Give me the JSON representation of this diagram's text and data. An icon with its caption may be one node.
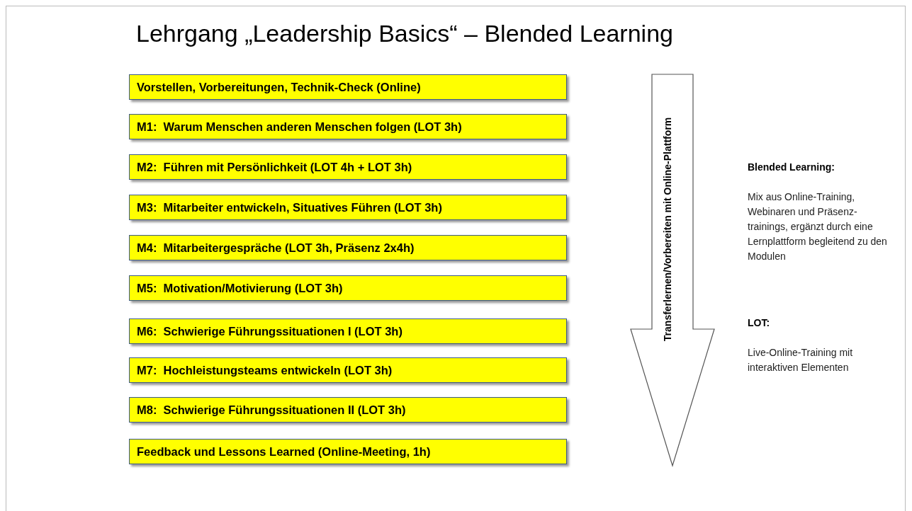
{
  "diagram": {
    "title": "Lehrgang „Leadership Basics“ – Blended Learning",
    "nodes": [
      {
        "text": [
          "Vorstellen, Vorbereitungen, Technik-Check (Online)"
        ]
      },
      {
        "text": [
          "M1:  Warum Menschen anderen Menschen folgen (LOT 3h)"
        ]
      },
      {
        "text": [
          "M2:  Führen mit Persönlichkeit (LOT 4h + LOT 3h)"
        ]
      },
      {
        "text": [
          "M3:  Mitarbeiter entwickeln, Situatives Führen (LOT 3h)"
        ]
      },
      {
        "text": [
          "M4:  Mitarbeitergespräche (LOT 3h, Präsenz 2x4h)"
        ]
      },
      {
        "text": [
          "M5:  Motivation/Motivierung (LOT 3h)"
        ]
      },
      {
        "text": [
          "M6:  Schwierige Führungssituationen I (LOT 3h)"
        ]
      },
      {
        "text": [
          "M7:  Hochleistungsteams entwickeln (LOT 3h)"
        ]
      },
      {
        "text": [
          "M8:  Schwierige Führungssituationen II (LOT 3h)"
        ]
      },
      {
        "text": [
          "Feedback und Lessons Learned (Online-Meeting, 1h)"
        ]
      },
      {
        "text": [
          "Transferlernen/Vorbereiten mit Online-Plattform"
        ]
      }
    ],
    "labels": [
      "Blended Learning:",
      "Mix aus Online-Training, Webinaren und Präsenz-trainings, ergänzt durch eine Lernplattform begleitend zu den Modulen",
      "LOT:",
      "Live-Online-Training mit interaktiven Elementen"
    ]
  }
}
